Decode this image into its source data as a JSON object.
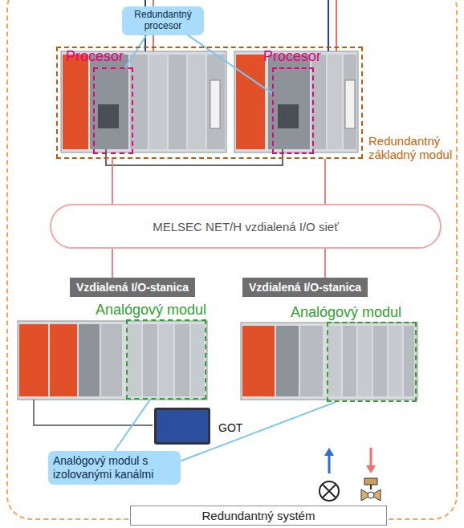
{
  "diagram": {
    "nodes": [
      {
        "text": [
          "Redundantný systém"
        ]
      },
      {
        "text": [
          "Redundantný základný modul"
        ],
        "in": 0
      },
      {
        "text": [
          "Procesor"
        ],
        "in": 1
      },
      {
        "text": [
          "Procesor"
        ],
        "in": 1
      },
      {
        "text": [
          "Redundantný procesor"
        ],
        "in": 0
      },
      {
        "text": [
          "MELSEC NET/H vzdialená I/O sieť"
        ],
        "in": 0
      },
      {
        "text": [
          "Vzdialená I/O-stanica"
        ],
        "in": 0
      },
      {
        "text": [
          "Vzdialená I/O-stanica"
        ],
        "in": 0
      },
      {
        "text": [
          "Analógový modul"
        ],
        "in": 0
      },
      {
        "text": [
          "Analógový modul"
        ],
        "in": 0
      },
      {
        "text": [
          "GOT"
        ],
        "in": 0
      },
      {
        "text": [
          "Analógový modul s izolovanými kanálmi"
        ],
        "in": 0
      }
    ],
    "edges": [
      {
        "from": 4,
        "to": 2,
        "arrow": "none"
      },
      {
        "from": 4,
        "to": 3,
        "arrow": "none"
      },
      {
        "from": 1,
        "to": 5,
        "arrow": "none"
      },
      {
        "from": 1,
        "to": 5,
        "arrow": "none"
      },
      {
        "from": 5,
        "to": 6,
        "arrow": "none"
      },
      {
        "from": 5,
        "to": 7,
        "arrow": "none"
      },
      {
        "from": 11,
        "to": 8,
        "arrow": "none"
      },
      {
        "from": 11,
        "to": 9,
        "arrow": "none"
      }
    ]
  }
}
